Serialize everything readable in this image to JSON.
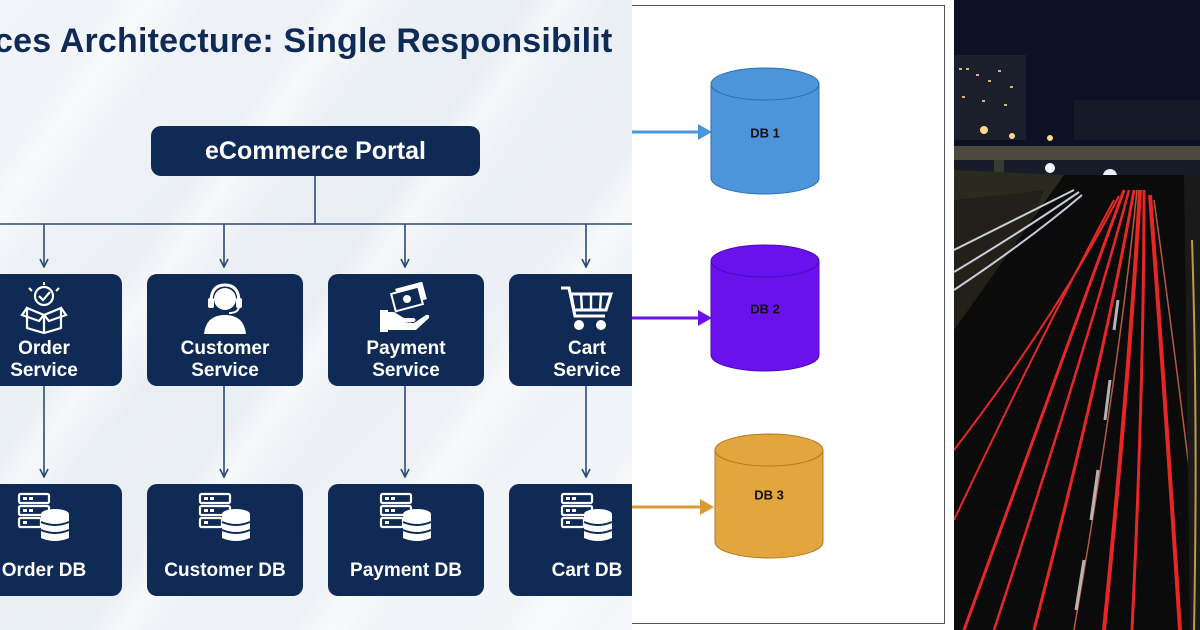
{
  "left_diagram": {
    "title": "ces Architecture: Single Responsibilit",
    "portal": "eCommerce Portal",
    "services": [
      {
        "line1": "Order",
        "line2": "Service",
        "icon": "box-check-icon"
      },
      {
        "line1": "Customer",
        "line2": "Service",
        "icon": "headset-user-icon"
      },
      {
        "line1": "Payment",
        "line2": "Service",
        "icon": "hand-money-icon"
      },
      {
        "line1": "Cart",
        "line2": "Service",
        "icon": "shopping-cart-icon"
      }
    ],
    "databases": [
      {
        "label": "Order DB",
        "icon": "server-database-icon"
      },
      {
        "label": "Customer DB",
        "icon": "server-database-icon"
      },
      {
        "label": "Payment DB",
        "icon": "server-database-icon"
      },
      {
        "label": "Cart DB",
        "icon": "server-database-icon"
      }
    ],
    "colors": {
      "node": "#0e2a55",
      "line": "#2c4a73"
    }
  },
  "middle_diagram": {
    "databases": [
      {
        "label": "DB 1",
        "fill": "#4d95da",
        "arrow": "#4d95da"
      },
      {
        "label": "DB 2",
        "fill": "#6a12ee",
        "arrow": "#6a12ee"
      },
      {
        "label": "DB 3",
        "fill": "#e3a53d",
        "arrow": "#d99a33"
      }
    ]
  },
  "photo": {
    "description_icon": "night-highway-photo"
  }
}
